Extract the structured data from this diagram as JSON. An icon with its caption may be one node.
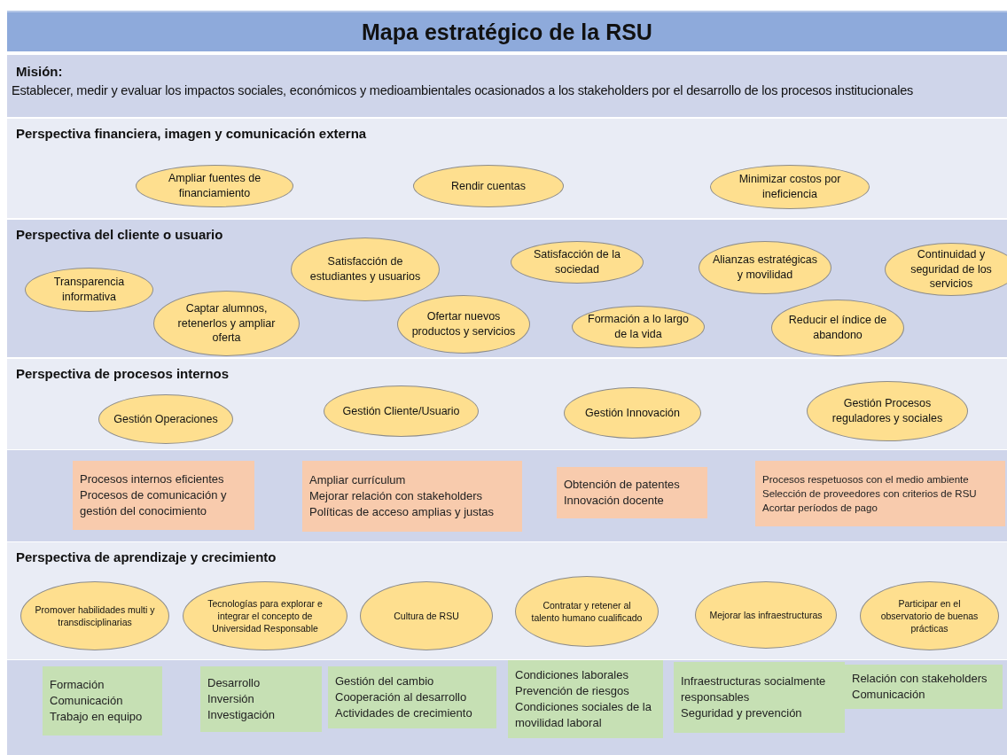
{
  "diagram": {
    "title": "Mapa estratégico de la RSU",
    "nodes": [
      {
        "text": [
          "Misión:",
          "Establecer, medir y evaluar los impactos sociales, económicos y medioambientales ocasionados a los stakeholders por el desarrollo de los procesos institucionales"
        ]
      },
      {
        "text": [
          "Perspectiva financiera, imagen y comunicación externa"
        ]
      },
      {
        "text": [
          "Ampliar fuentes de financiamiento"
        ],
        "in": 1
      },
      {
        "text": [
          "Rendir cuentas"
        ],
        "in": 1
      },
      {
        "text": [
          "Minimizar costos por ineficiencia"
        ],
        "in": 1
      },
      {
        "text": [
          "Perspectiva del cliente o usuario"
        ]
      },
      {
        "text": [
          "Transparencia informativa"
        ],
        "in": 5
      },
      {
        "text": [
          "Captar alumnos, retenerlos y ampliar oferta"
        ],
        "in": 5
      },
      {
        "text": [
          "Satisfacción de estudiantes y usuarios"
        ],
        "in": 5
      },
      {
        "text": [
          "Ofertar nuevos productos y servicios"
        ],
        "in": 5
      },
      {
        "text": [
          "Satisfacción de la sociedad"
        ],
        "in": 5
      },
      {
        "text": [
          "Formación a lo largo de la vida"
        ],
        "in": 5
      },
      {
        "text": [
          "Alianzas estratégicas y movilidad"
        ],
        "in": 5
      },
      {
        "text": [
          "Reducir el índice de abandono"
        ],
        "in": 5
      },
      {
        "text": [
          "Continuidad y seguridad de los servicios"
        ],
        "in": 5
      },
      {
        "text": [
          "Perspectiva de procesos internos"
        ]
      },
      {
        "text": [
          "Gestión Operaciones"
        ],
        "in": 15
      },
      {
        "text": [
          "Gestión Cliente/Usuario"
        ],
        "in": 15
      },
      {
        "text": [
          "Gestión Innovación"
        ],
        "in": 15
      },
      {
        "text": [
          "Gestión Procesos reguladores y sociales"
        ],
        "in": 15
      },
      {
        "text": [],
        "shape": "band"
      },
      {
        "text": [
          "Procesos internos eficientes",
          "Procesos de comunicación y gestión del conocimiento"
        ],
        "in": 20
      },
      {
        "text": [
          "Ampliar currículum",
          "Mejorar relación con stakeholders",
          "Políticas de acceso amplias y justas"
        ],
        "in": 20
      },
      {
        "text": [
          "Obtención de patentes",
          "Innovación docente"
        ],
        "in": 20
      },
      {
        "text": [
          "Procesos respetuosos con el medio ambiente",
          "Selección de proveedores con criterios de RSU",
          "Acortar períodos de pago"
        ],
        "in": 20
      },
      {
        "text": [
          "Perspectiva de aprendizaje y crecimiento"
        ]
      },
      {
        "text": [
          "Promover habilidades multi y transdisciplinarias"
        ],
        "in": 25
      },
      {
        "text": [
          "Tecnologías para explorar e integrar el concepto de Universidad Responsable"
        ],
        "in": 25
      },
      {
        "text": [
          "Cultura de RSU"
        ],
        "in": 25
      },
      {
        "text": [
          "Contratar y retener al talento humano cualificado"
        ],
        "in": 25
      },
      {
        "text": [
          "Mejorar las infraestructuras"
        ],
        "in": 25
      },
      {
        "text": [
          "Participar en el observatorio de buenas prácticas"
        ],
        "in": 25
      },
      {
        "text": [],
        "shape": "band"
      },
      {
        "text": [
          "Formación",
          "Comunicación",
          "Trabajo en equipo"
        ],
        "in": 32
      },
      {
        "text": [
          "Desarrollo",
          "Inversión",
          "Investigación"
        ],
        "in": 32
      },
      {
        "text": [
          "Gestión del cambio",
          "Cooperación al desarrollo",
          "Actividades de crecimiento"
        ],
        "in": 32
      },
      {
        "text": [
          "Condiciones laborales",
          "Prevención de riesgos",
          "Condiciones sociales de la movilidad laboral"
        ],
        "in": 32
      },
      {
        "text": [
          "Infraestructuras socialmente responsables",
          "Seguridad y prevención"
        ],
        "in": 32
      },
      {
        "text": [
          "Relación con stakeholders",
          "Comunicación"
        ],
        "in": 32
      }
    ]
  }
}
